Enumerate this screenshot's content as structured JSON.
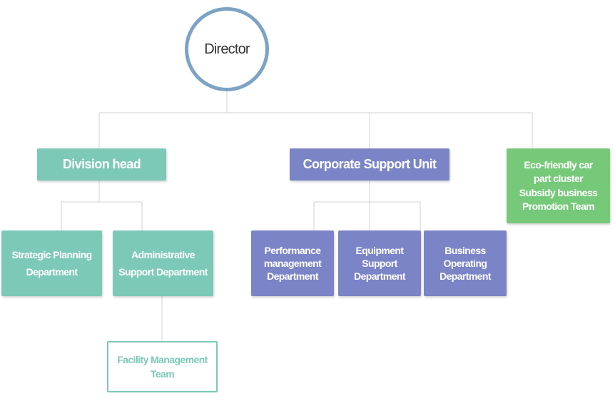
{
  "director": "Director",
  "division_head": "Division head",
  "corporate_support_unit": "Corporate Support Unit",
  "eco_team": "Eco-friendly car\npart cluster\nSubsidy business\nPromotion Team",
  "strategic_planning": "Strategic Planning\nDepartment",
  "administrative_support": "Administrative\nSupport Department",
  "facility_management": "Facility Management\nTeam",
  "performance_management": "Performance\nmanagement\nDepartment",
  "equipment_support": "Equipment\nSupport\nDepartment",
  "business_operating": "Business\nOperating\nDepartment",
  "colors": {
    "director_ring": "#7ca3c4",
    "division_teal": "#7cc9b7",
    "corporate_purple": "#7b84c6",
    "eco_green": "#77c97a",
    "connector": "#d0d0d0"
  }
}
